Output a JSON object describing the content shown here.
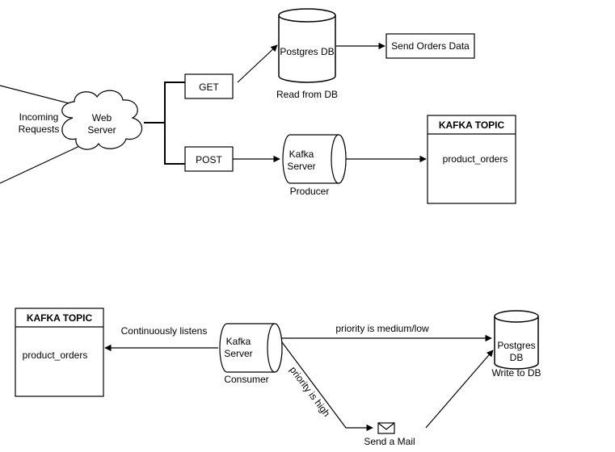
{
  "top": {
    "incoming_line1": "Incoming",
    "incoming_line2": "Requests",
    "web_line1": "Web",
    "web_line2": "Server",
    "get_label": "GET",
    "post_label": "POST",
    "postgres_label": "Postgres DB",
    "read_label": "Read from DB",
    "send_orders_label": "Send Orders Data",
    "kafka_line1": "Kafka",
    "kafka_line2": "Server",
    "producer_label": "Producer",
    "topic_title": "KAFKA TOPIC",
    "topic_name": "product_orders"
  },
  "bottom": {
    "topic_title": "KAFKA TOPIC",
    "topic_name": "product_orders",
    "listens_label": "Continuously listens",
    "kafka_line1": "Kafka",
    "kafka_line2": "Server",
    "consumer_label": "Consumer",
    "medium_low_label": "priority is medium/low",
    "high_label": "priority is high",
    "postgres_line1": "Postgres",
    "postgres_line2": "DB",
    "write_label": "Write to DB",
    "mail_label": "Send a Mail"
  }
}
